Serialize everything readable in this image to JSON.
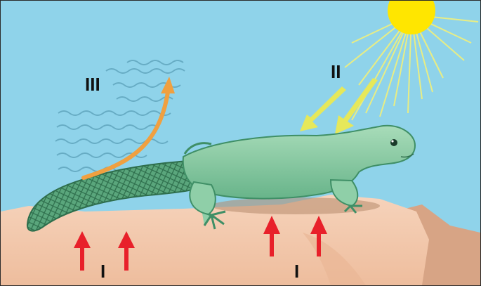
{
  "labels": {
    "radiation_from_sun": "II",
    "heat_loss_to_air": "III",
    "conduction_from_rock_left": "I",
    "conduction_from_rock_right": "I"
  },
  "colors": {
    "sky": "#8fd3ea",
    "sun": "#ffe600",
    "sun_rays": "#f2f07a",
    "radiation_arrows": "#e6e85a",
    "heat_loss_arrow": "#f0a040",
    "wind_waves": "#5aa0b8",
    "rock": "#f2c9ad",
    "rock_shadow": "#d7a485",
    "lizard_body": "#8fcfa8",
    "lizard_dark": "#3f8f66",
    "conduction_arrows": "#e8202a"
  }
}
